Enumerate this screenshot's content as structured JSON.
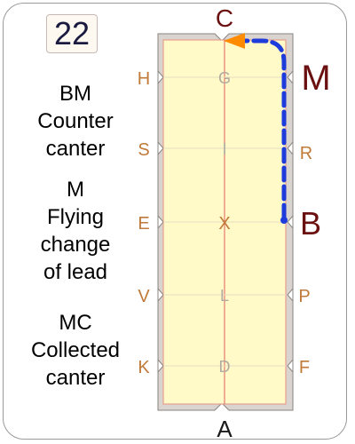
{
  "test_number": "22",
  "instructions": [
    {
      "lines": [
        "BM",
        "Counter",
        "canter"
      ]
    },
    {
      "lines": [
        "M",
        "Flying",
        "change",
        "of lead"
      ]
    },
    {
      "lines": [
        "MC",
        "Collected",
        "canter"
      ]
    }
  ],
  "arena": {
    "end_letters": {
      "top": "C",
      "bottom": "A"
    },
    "left_letters": [
      "H",
      "S",
      "E",
      "V",
      "K"
    ],
    "right_letters": [
      "M",
      "R",
      "B",
      "P",
      "F"
    ],
    "center_letters": [
      "G",
      "I",
      "X",
      "L",
      "D"
    ],
    "highlight_letters": [
      "C",
      "M",
      "B"
    ]
  },
  "colors": {
    "arena_fill": "#fffac8",
    "arena_border": "#e8a090",
    "fence": "#d9d4cf",
    "letter": "#c07a3a",
    "highlight_letter": "#6b1010",
    "center_letter": "#b0aaa0",
    "path": "#1e3cdc",
    "arrow": "#ff8c00"
  }
}
